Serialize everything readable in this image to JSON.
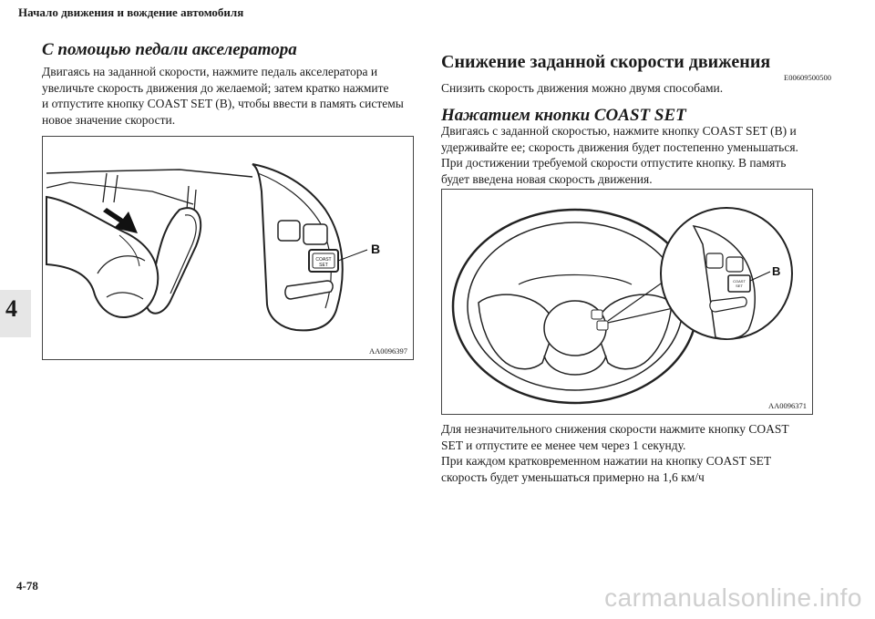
{
  "running_head": "Начало движения и вождение автомобиля",
  "chapter_number": "4",
  "page_number": "4-78",
  "left": {
    "heading": "С помощью педали акселератора",
    "paragraph": "Двигаясь на заданной скорости, нажмите педаль акселератора и\nувеличьте скорость движения до желаемой; затем кратко нажмите\nи отпустите кнопку COAST SET (B), чтобы ввести в память системы\nновое значение скорости.",
    "figure": {
      "code": "AA0096397",
      "callout": "B",
      "button_label_1": "COAST",
      "button_label_2": "SET"
    }
  },
  "right": {
    "title": "Снижение заданной скорости движения",
    "section_code": "E00609500500",
    "intro": "Снизить скорость движения можно двумя способами.",
    "subheading": "Нажатием кнопки COAST SET",
    "paragraph1": "Двигаясь с заданной скоростью, нажмите кнопку COAST SET (B) и\nудерживайте ее; скорость движения будет постепенно уменьшаться.\nПри достижении требуемой скорости отпустите кнопку. В память\nбудет введена новая скорость движения.",
    "figure": {
      "code": "AA0096371",
      "callout": "B",
      "button_label_1": "COAST",
      "button_label_2": "SET"
    },
    "paragraph2": "Для незначительного снижения скорости нажмите кнопку COAST\nSET и отпустите ее менее чем через 1 секунду.\nПри каждом кратковременном нажатии на кнопку COAST SET\nскорость будет уменьшаться примерно на 1,6 км/ч"
  },
  "watermark": "carmanualsonline.info"
}
